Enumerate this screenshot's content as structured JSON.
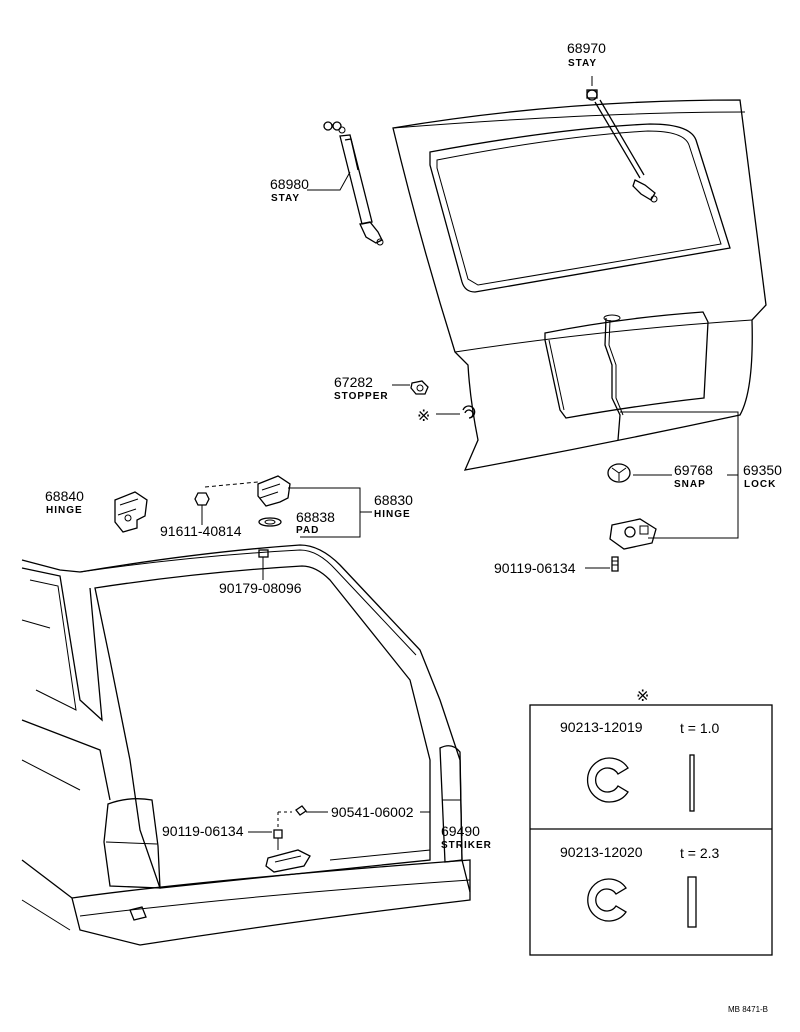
{
  "parts": {
    "stay_top": {
      "number": "68970",
      "name": "STAY"
    },
    "stay_left": {
      "number": "68980",
      "name": "STAY"
    },
    "stopper": {
      "number": "67282",
      "name": "STOPPER"
    },
    "snap": {
      "number": "69768",
      "name": "SNAP"
    },
    "lock": {
      "number": "69350",
      "name": "LOCK"
    },
    "hinge_left": {
      "number": "68840",
      "name": "HINGE"
    },
    "hinge_right": {
      "number": "68830",
      "name": "HINGE"
    },
    "pad": {
      "number": "68838",
      "name": "PAD"
    },
    "bolt_hinge": {
      "number": "91611-40814"
    },
    "bolt_roof": {
      "number": "90179-08096"
    },
    "bolt_lock": {
      "number": "90119-06134"
    },
    "bolt_striker": {
      "number": "90119-06134"
    },
    "screw_striker": {
      "number": "90541-06002"
    },
    "striker": {
      "number": "69490",
      "name": "STRIKER"
    }
  },
  "marker": "※",
  "shim_table": {
    "header_symbol": "※",
    "rows": [
      {
        "part": "90213-12019",
        "thickness": "t = 1.0"
      },
      {
        "part": "90213-12020",
        "thickness": "t = 2.3"
      }
    ]
  },
  "footer_code": "MB 8471-B"
}
